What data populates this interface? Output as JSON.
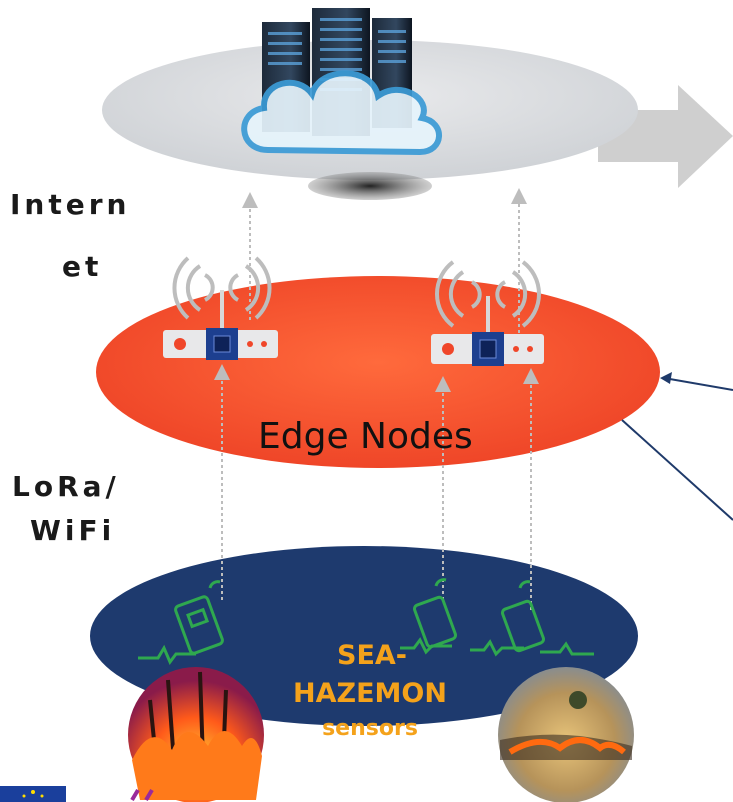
{
  "labels": {
    "internet_line1": "Intern",
    "internet_line2": "et",
    "lora_line1": "LoRa/",
    "lora_line2": "WiFi"
  },
  "edge": {
    "title": "Edge Nodes"
  },
  "sensors": {
    "line1": "SEA-",
    "line2": "HAZEMON",
    "line3": "sensors"
  },
  "colors": {
    "cloud_disc": "#d7d9dc",
    "edge_ellipse": "#f0462a",
    "sensor_ellipse": "#1e3a6e",
    "sensor_text": "#f4a21b",
    "sensor_icon": "#2fa84f",
    "arrow": "#cfcfcf",
    "connector": "#1f3a6a"
  },
  "icons": [
    "server-rack-icon",
    "cloud-icon",
    "wifi-antenna-icon",
    "chip-device-icon",
    "sensor-device-icon",
    "eu-flag-icon"
  ]
}
